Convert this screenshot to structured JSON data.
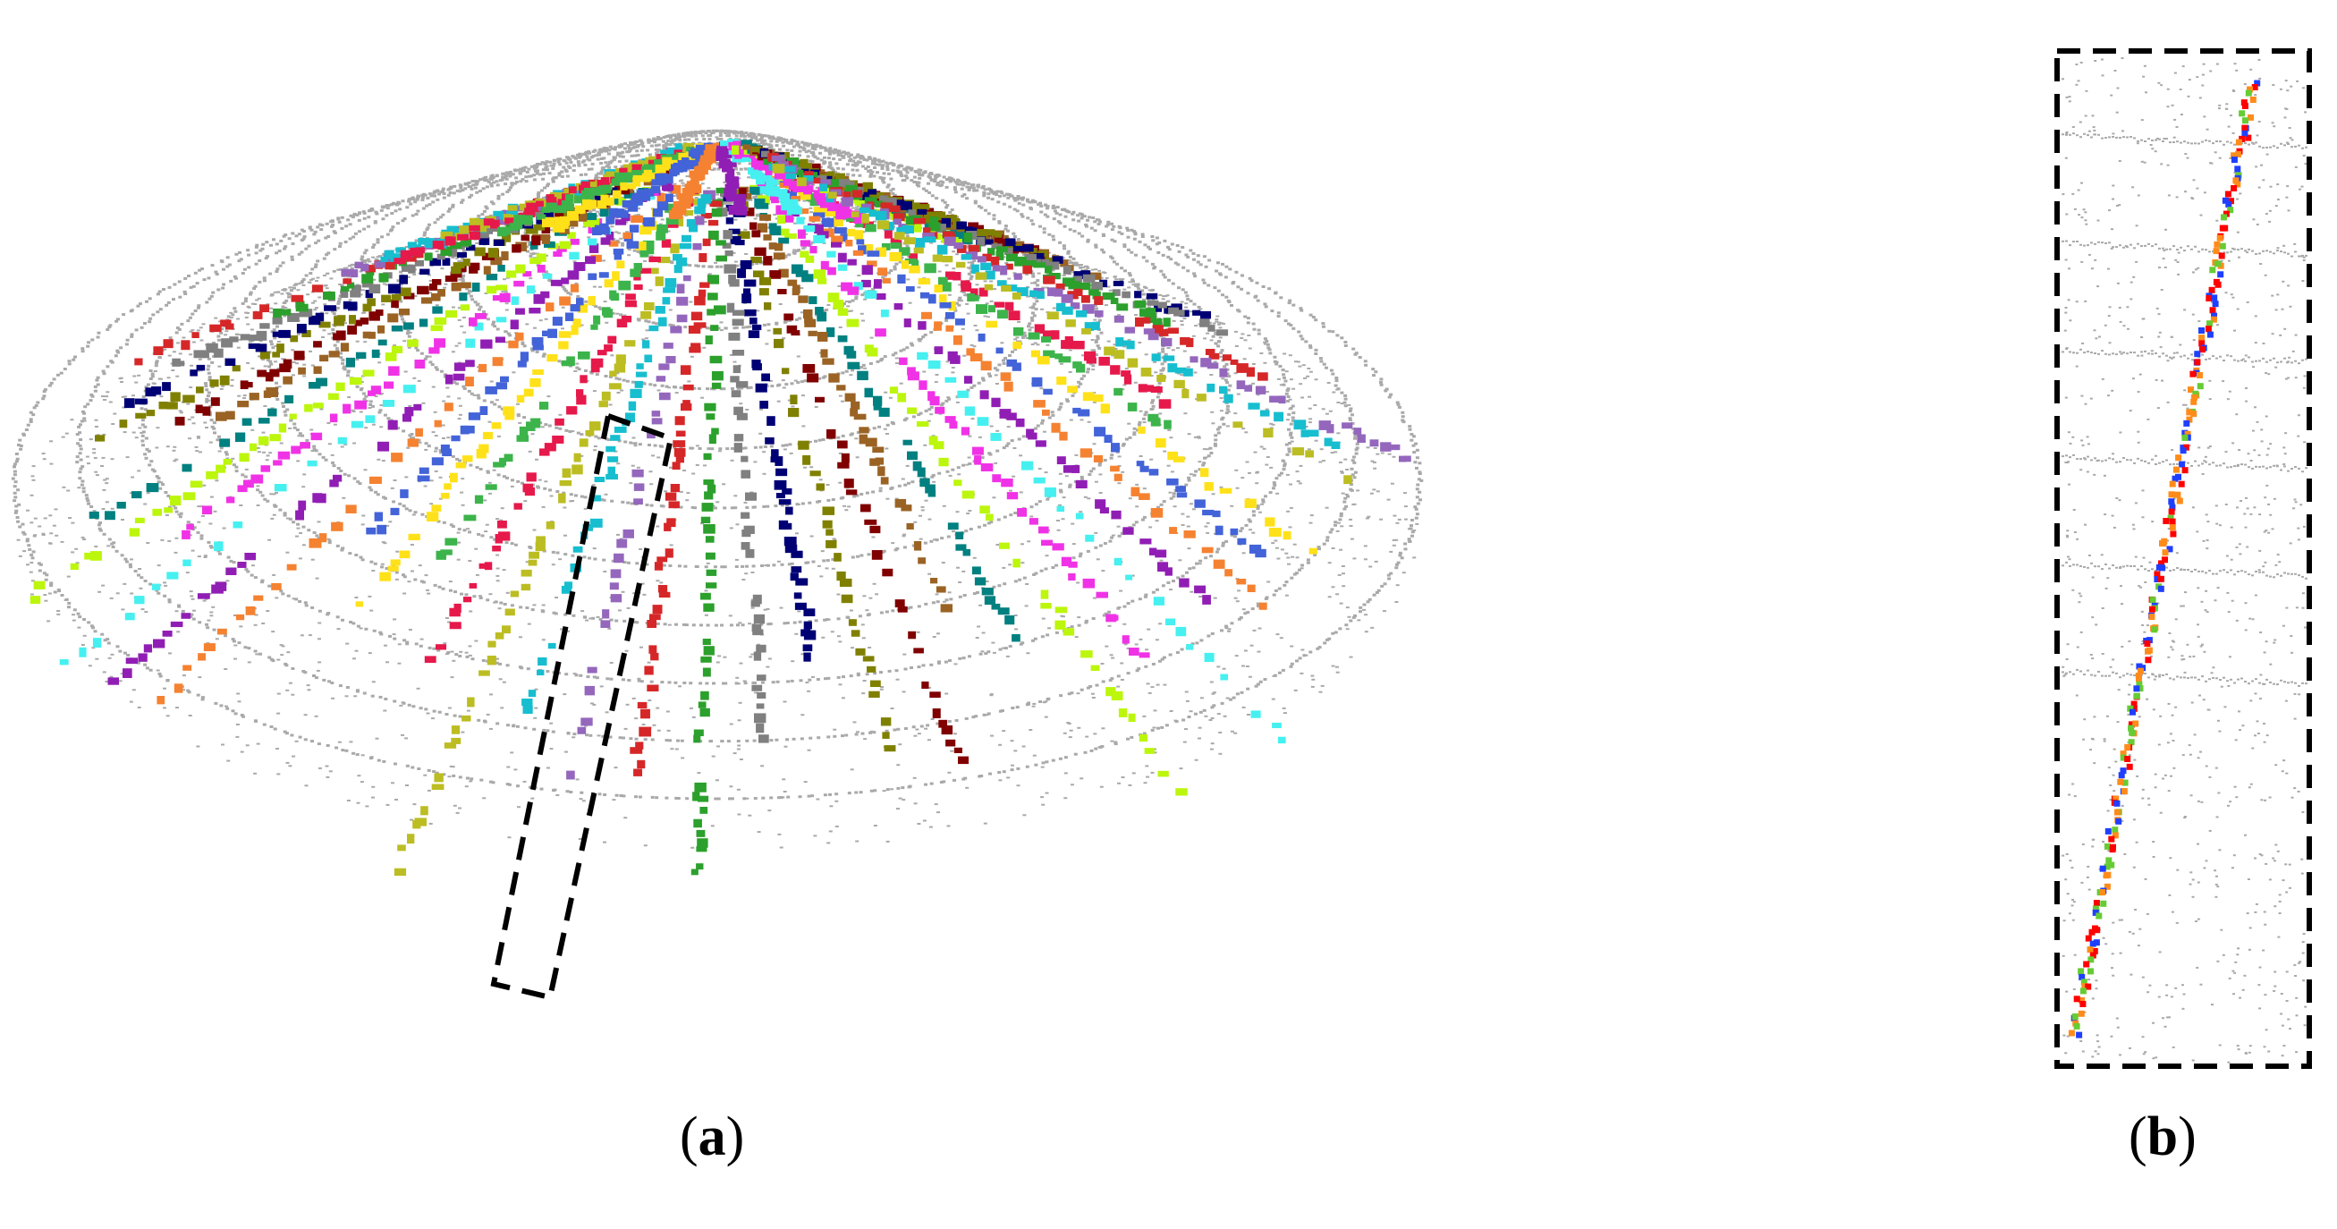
{
  "figure": {
    "panels": [
      {
        "id": "a",
        "label_open": "(",
        "label_letter": "a",
        "label_close": ")"
      },
      {
        "id": "b",
        "label_open": "(",
        "label_letter": "b",
        "label_close": ")"
      }
    ]
  },
  "colors": {
    "background_points": "#a9a9a9",
    "highlight_box": "#000000",
    "segment_palette": [
      "#e6194b",
      "#3cb44b",
      "#ffe119",
      "#4363d8",
      "#f58231",
      "#911eb4",
      "#46f0f0",
      "#f032e6",
      "#bcf60c",
      "#008080",
      "#9a6324",
      "#800000",
      "#808000",
      "#000075",
      "#808080",
      "#2ca02c",
      "#d62728",
      "#9467bd",
      "#17becf",
      "#bcbd22"
    ],
    "zoom_palette": [
      "#ff0000",
      "#ff8c1a",
      "#66cc33",
      "#1f3fff"
    ]
  }
}
